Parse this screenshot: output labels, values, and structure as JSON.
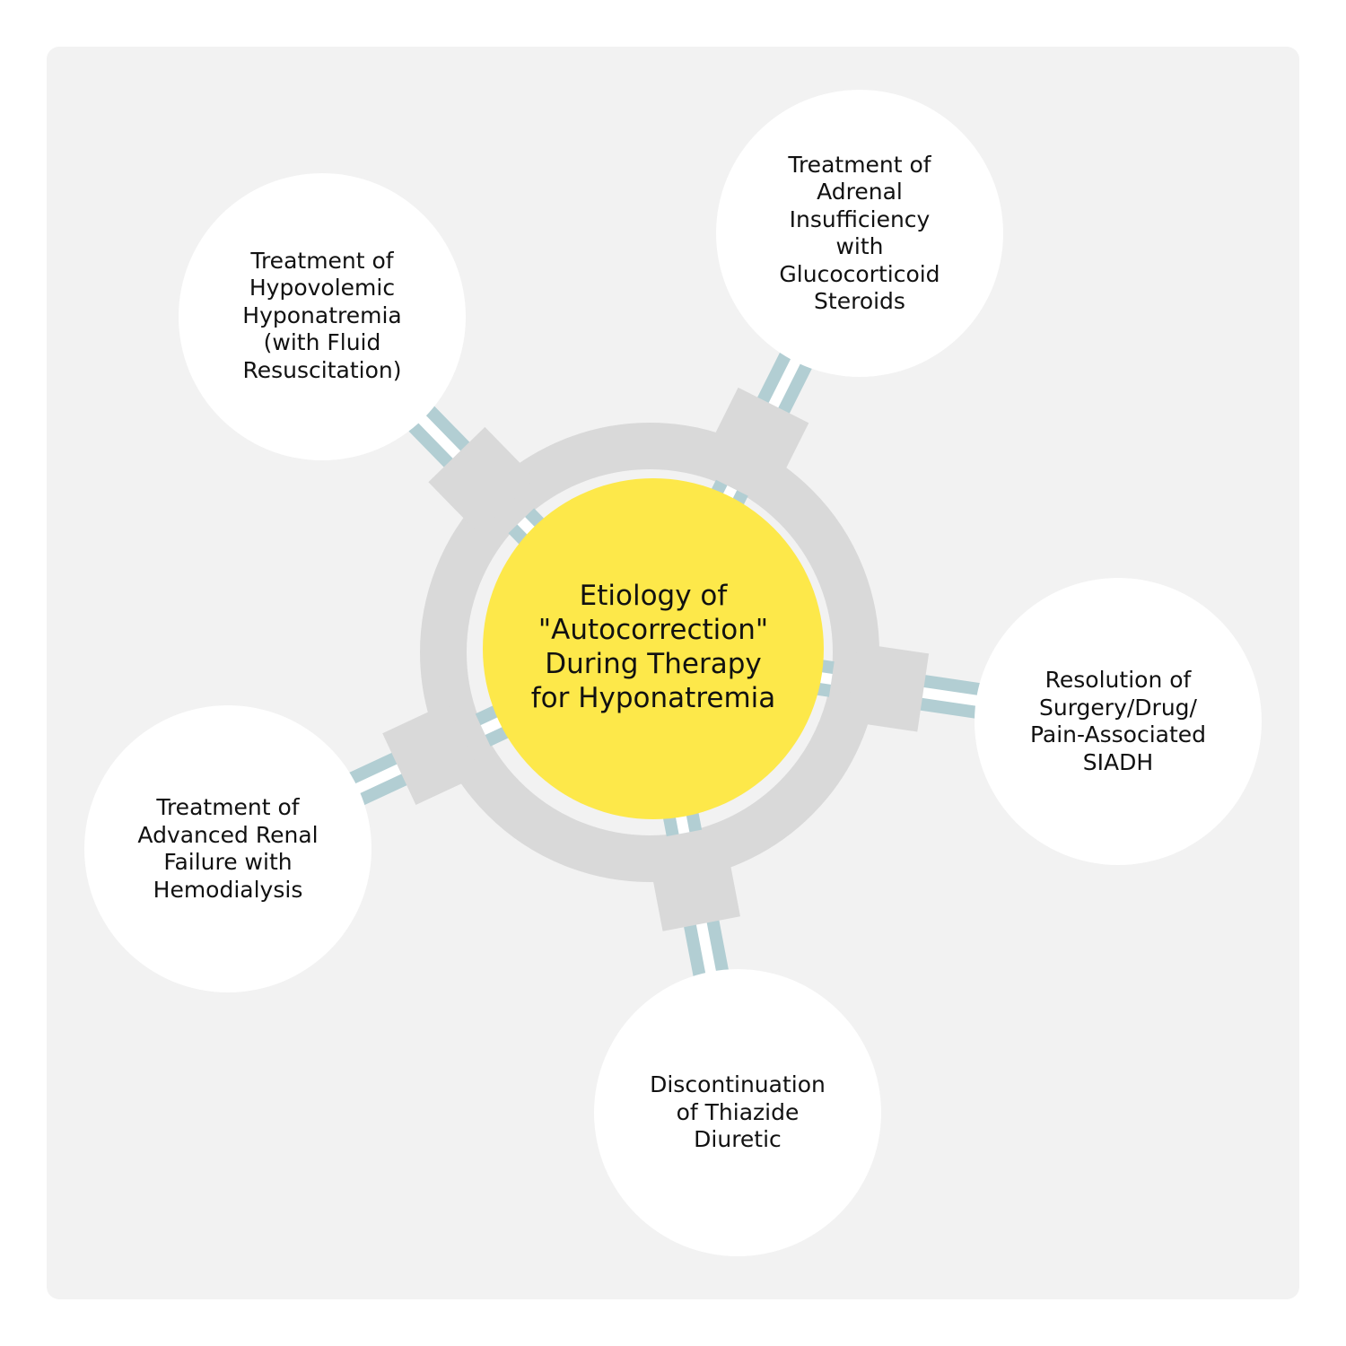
{
  "center": {
    "label": "Etiology of\n\"Autocorrection\"\nDuring Therapy\nfor Hyponatremia"
  },
  "nodes": [
    {
      "id": "hypovolemic",
      "label": "Treatment of\nHypovolemic\nHyponatremia\n(with Fluid\nResuscitation)"
    },
    {
      "id": "adrenal",
      "label": "Treatment of\nAdrenal\nInsufficiency\nwith\nGlucocorticoid\nSteroids"
    },
    {
      "id": "siadh",
      "label": "Resolution of\nSurgery/Drug/\nPain-Associated\nSIADH"
    },
    {
      "id": "thiazide",
      "label": "Discontinuation\nof Thiazide\nDiuretic"
    },
    {
      "id": "renal",
      "label": "Treatment of\nAdvanced Renal\nFailure with\nHemodialysis"
    }
  ],
  "colors": {
    "background": "#f2f2f2",
    "ring": "#d9d9d9",
    "center_fill": "#fde84a",
    "node_fill": "#ffffff",
    "connector": "#b2ced3"
  }
}
